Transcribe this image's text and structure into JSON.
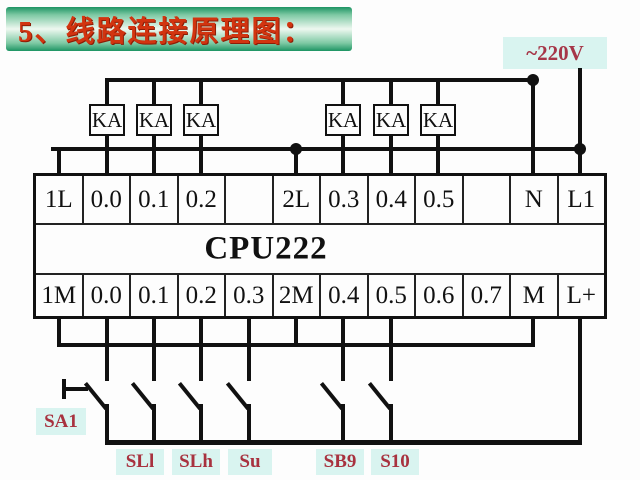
{
  "title": {
    "text": "5、线路连接原理图："
  },
  "power": {
    "label": "~220V"
  },
  "cpu": {
    "label": "CPU222"
  },
  "relay": {
    "label": "KA",
    "count": 6
  },
  "terminals": {
    "top_row": [
      "1L",
      "0.0",
      "0.1",
      "0.2",
      "",
      "2L",
      "0.3",
      "0.4",
      "0.5",
      "",
      "N",
      "L1"
    ],
    "bottom_row": [
      "1M",
      "0.0",
      "0.1",
      "0.2",
      "0.3",
      "2M",
      "0.4",
      "0.5",
      "0.6",
      "0.7",
      "M",
      "L+"
    ]
  },
  "switches": {
    "labels": [
      "SA1",
      "SLl",
      "SLh",
      "Su",
      "SB9",
      "S10"
    ]
  },
  "colors": {
    "title_text": "#d23410",
    "title_bar_green": "#1d9463",
    "tag_background": "#d9f4f0",
    "tag_text": "#a8323f",
    "wire": "#111111"
  }
}
